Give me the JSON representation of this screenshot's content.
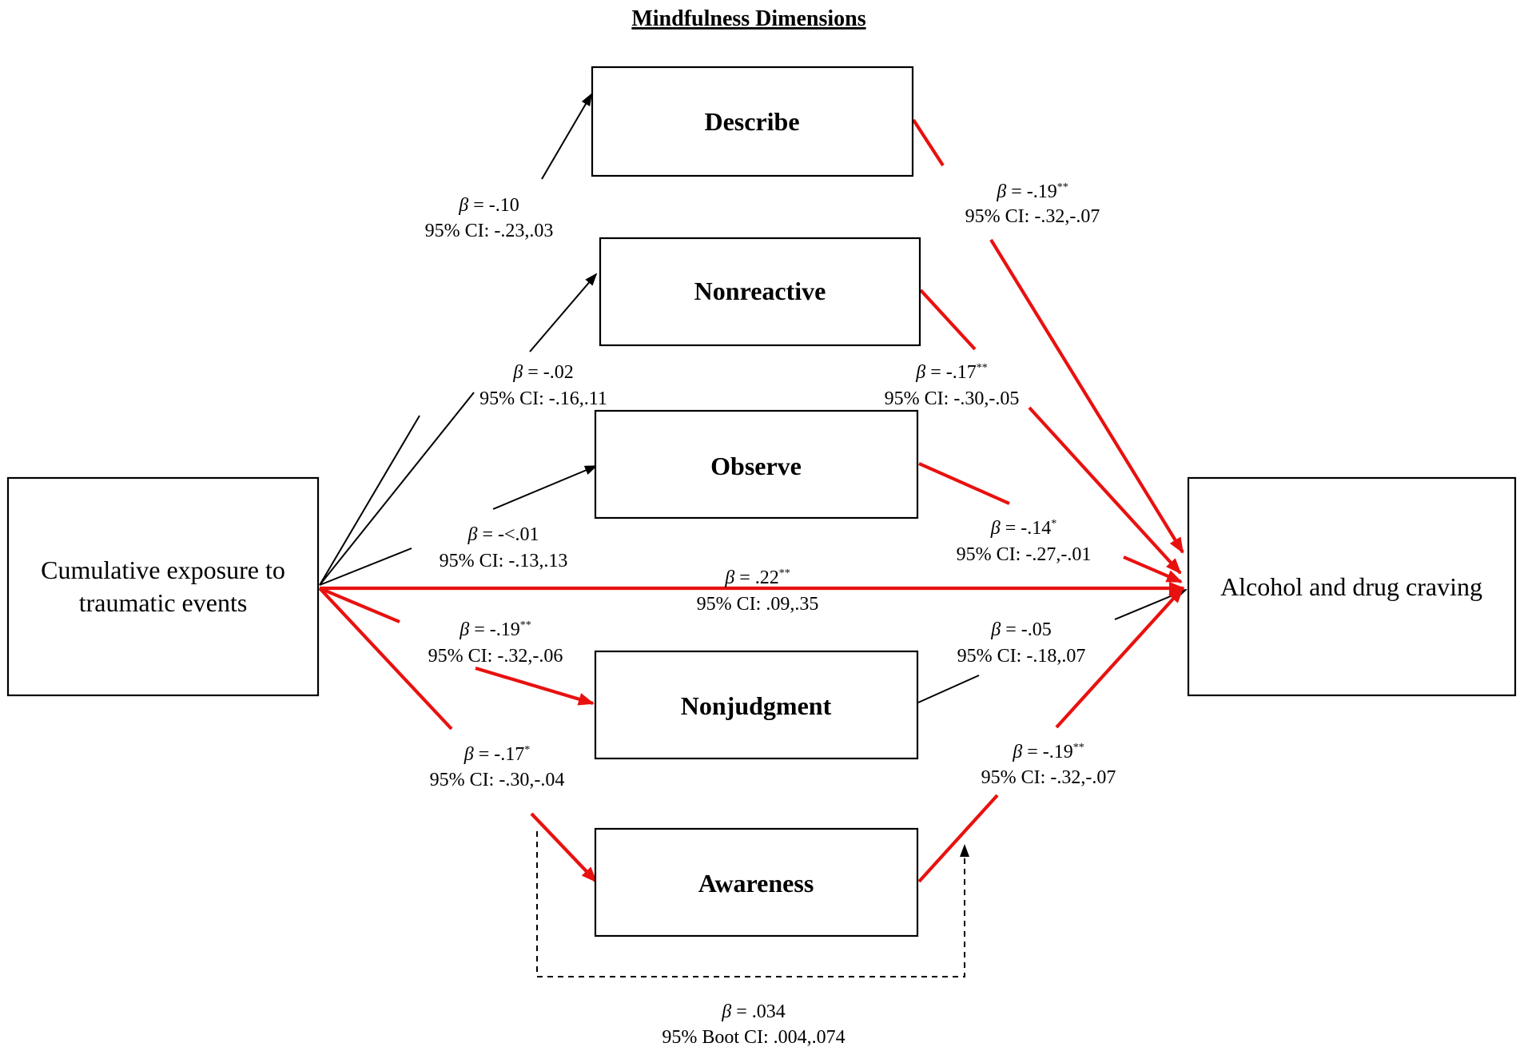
{
  "title": "Mindfulness Dimensions",
  "nodes": {
    "predictor": {
      "line1": "Cumulative exposure  to",
      "line2": "traumatic events"
    },
    "outcome": {
      "label": "Alcohol and drug craving"
    },
    "describe": {
      "label": "Describe"
    },
    "nonreactive": {
      "label": "Nonreactive"
    },
    "observe": {
      "label": "Observe"
    },
    "nonjudgment": {
      "label": "Nonjudgment"
    },
    "awareness": {
      "label": "Awareness"
    }
  },
  "paths": {
    "a_describe": {
      "beta": "-.10",
      "sig": "",
      "ci": "95% CI: -.23,.03"
    },
    "a_nonreactive": {
      "beta": "-.02",
      "sig": "",
      "ci": "95% CI: -.16,.11"
    },
    "a_observe": {
      "beta": "-<.01",
      "sig": "",
      "ci": "95% CI: -.13,.13"
    },
    "a_nonjudgment": {
      "beta": "-.19",
      "sig": "**",
      "ci": "95% CI: -.32,-.06"
    },
    "a_awareness": {
      "beta": "-.17",
      "sig": "*",
      "ci": "95% CI: -.30,-.04"
    },
    "b_describe": {
      "beta": "-.19",
      "sig": "**",
      "ci": "95% CI: -.32,-.07"
    },
    "b_nonreactive": {
      "beta": "-.17",
      "sig": "**",
      "ci": "95% CI: -.30,-.05"
    },
    "b_observe": {
      "beta": "-.14",
      "sig": "*",
      "ci": "95% CI: -.27,-.01"
    },
    "b_nonjudgment": {
      "beta": "-.05",
      "sig": "",
      "ci": "95% CI: -.18,.07"
    },
    "b_awareness": {
      "beta": "-.19",
      "sig": "**",
      "ci": "95% CI: -.32,-.07"
    },
    "direct": {
      "beta": ".22",
      "sig": "**",
      "ci": "95% CI: .09,.35"
    },
    "indirect": {
      "beta": ".034",
      "sig": "",
      "ci": "95% Boot CI: .004,.074"
    }
  },
  "beta_symbol": "β",
  "equals": " = ",
  "colors": {
    "significant": "#e8110f",
    "nonsignificant": "#000000"
  }
}
